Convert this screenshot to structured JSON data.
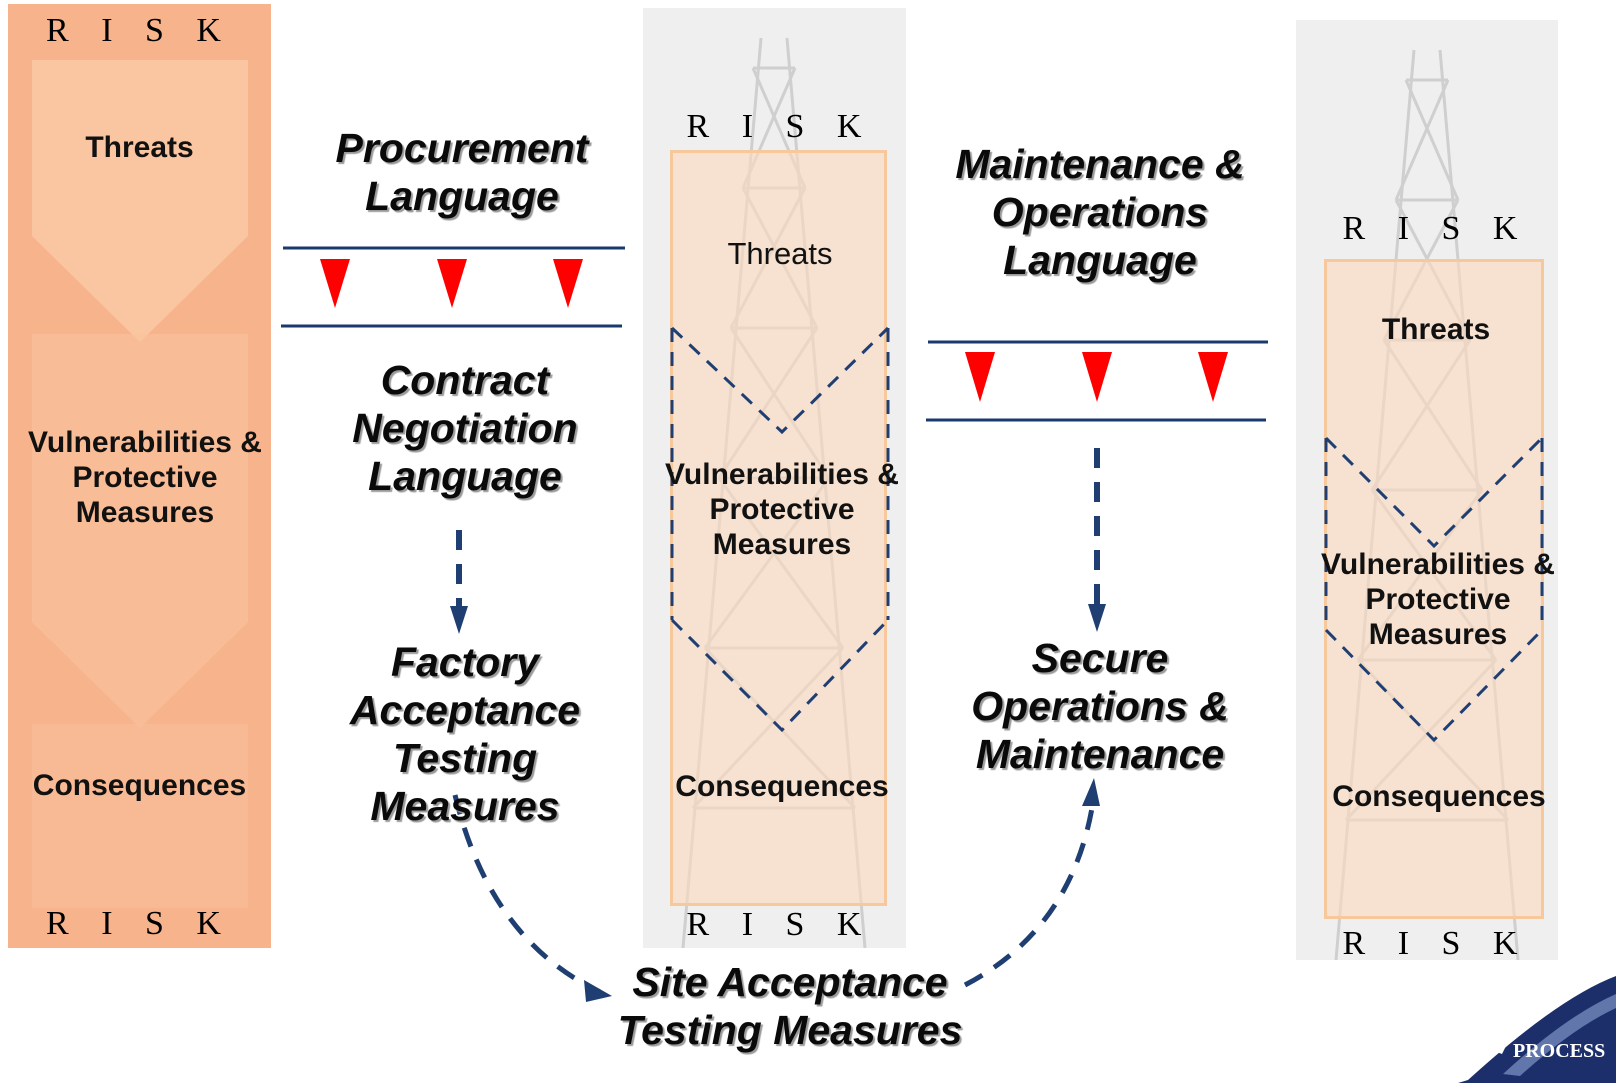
{
  "risk_word": "R I S K",
  "columns": [
    {
      "threats": "Threats",
      "vulnerabilities": "Vulnerabilities & Protective Measures",
      "consequences": "Consequences"
    },
    {
      "threats": "Threats",
      "vulnerabilities": "Vulnerabilities & Protective Measures",
      "consequences": "Consequences"
    },
    {
      "threats": "Threats",
      "vulnerabilities": "Vulnerabilities & Protective Measures",
      "consequences": "Consequences"
    }
  ],
  "stages": {
    "procurement": "Procurement Language",
    "contract": "Contract Negotiation Language",
    "factory": "Factory Acceptance Testing Measures",
    "site": "Site Acceptance Testing Measures",
    "maintenance": "Maintenance & Operations Language",
    "secure": "Secure Operations & Maintenance"
  },
  "logo": {
    "text": "PROCESS"
  },
  "colors": {
    "panel_left": "#f7b48c",
    "panel_peach": "#fbd9bf",
    "panel_border": "#f7c89c",
    "arrow_blue": "#1f3f73",
    "triangle_red": "#ff0000",
    "line_navy": "#1a3a6e"
  }
}
